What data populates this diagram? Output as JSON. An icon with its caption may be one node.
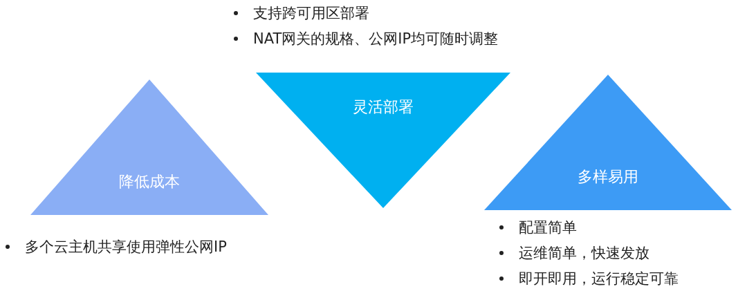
{
  "diagram": {
    "nodes": [
      {
        "text": [
          "降低成本"
        ],
        "beside": [
          "多个云主机共享使用弹性公网IP"
        ]
      },
      {
        "text": [
          "灵活部署"
        ],
        "beside": [
          "支持跨可用区部署",
          "NAT网关的规格、公网IP均可随时调整"
        ]
      },
      {
        "text": [
          "多样易用"
        ],
        "beside": [
          "配置简单",
          "运维简单，快速发放",
          "即开即用，运行稳定可靠"
        ]
      }
    ]
  }
}
